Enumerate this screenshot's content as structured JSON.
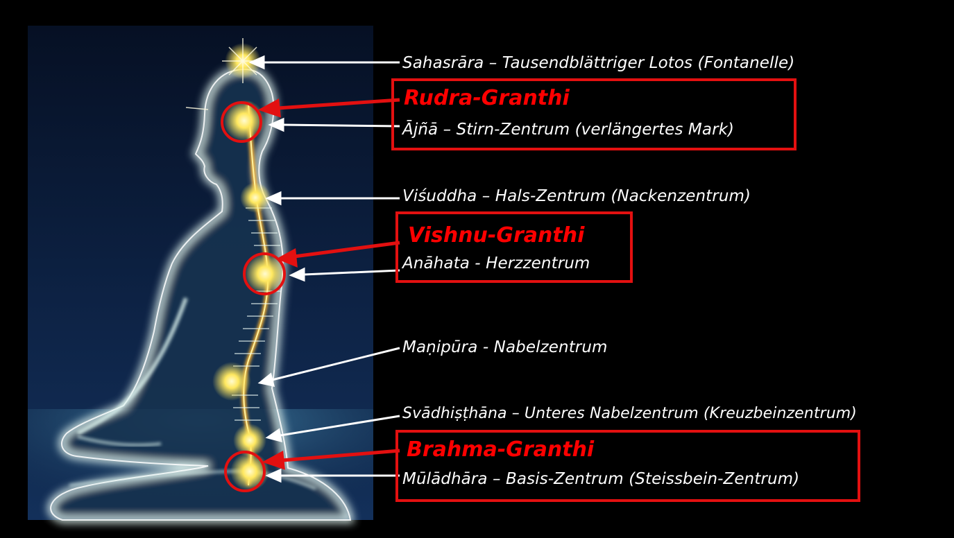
{
  "chakras": [
    {
      "key": "sahasrara",
      "label": "Sahasrāra – Tausendblättriger Lotos (Fontanelle)"
    },
    {
      "key": "ajna",
      "label": "Ājñā – Stirn-Zentrum (verlängertes Mark)"
    },
    {
      "key": "vishuddha",
      "label": "Viśuddha – Hals-Zentrum (Nackenzentrum)"
    },
    {
      "key": "anahata",
      "label": "Anāhata - Herzzentrum"
    },
    {
      "key": "manipura",
      "label": "Maṇipūra - Nabelzentrum"
    },
    {
      "key": "svadhisthana",
      "label": "Svādhiṣṭhāna – Unteres Nabelzentrum (Kreuzbeinzentrum)"
    },
    {
      "key": "muladhara",
      "label": "Mūlādhāra – Basis-Zentrum (Steissbein-Zentrum)"
    }
  ],
  "granthis": [
    {
      "key": "rudra",
      "label": "Rudra-Granthi"
    },
    {
      "key": "vishnu",
      "label": "Vishnu-Granthi"
    },
    {
      "key": "brahma",
      "label": "Brahma-Granthi"
    }
  ],
  "colors": {
    "background": "#000000",
    "photo_background": "#0b1a35",
    "granthi_red": "#ff0000",
    "box_red": "#e31010",
    "label_white": "#ffffff",
    "glow_yellow": "#ffe860",
    "aura": "#d8f2ee"
  }
}
